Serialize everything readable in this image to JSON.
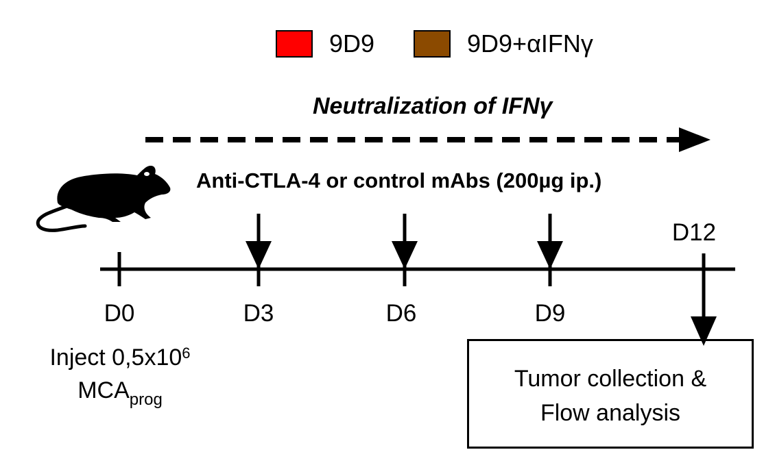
{
  "legend": {
    "items": [
      {
        "label": "9D9",
        "color": "#ff0000"
      },
      {
        "label": "9D9+αIFNγ",
        "color": "#8b4a00"
      }
    ]
  },
  "neutralization_label": "Neutralization of IFNγ",
  "treatment_label": "Anti-CTLA-4 or control mAbs (200µg ip.)",
  "timeline": {
    "days": [
      "D0",
      "D3",
      "D6",
      "D9",
      "D12"
    ]
  },
  "injection": {
    "prefix": "Inject 0,5x10",
    "exponent": "6",
    "cell_name": "MCA",
    "cell_subscript": "prog"
  },
  "outcome": {
    "line1": "Tumor collection &",
    "line2": "Flow analysis"
  },
  "icons": {
    "mouse": "mouse-silhouette-icon"
  }
}
